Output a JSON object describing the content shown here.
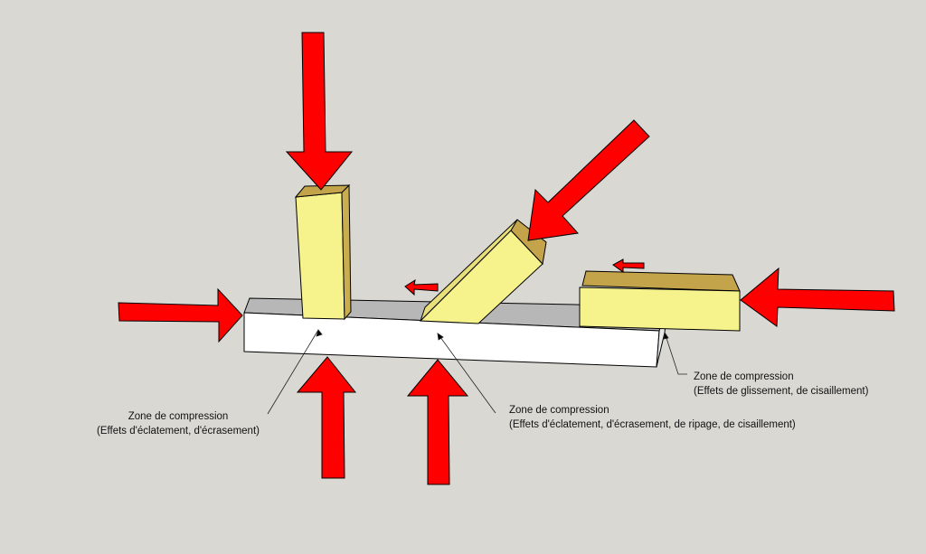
{
  "colors": {
    "background": "#d9d8d3",
    "force_arrow": "#ff0000",
    "wood_face": "#f7f38c",
    "wood_top": "#c4a44b",
    "wood_side": "#c9ad4f",
    "beam_face": "#ffffff",
    "beam_top": "#b7b7b7"
  },
  "annotations": {
    "left": {
      "title": "Zone de compression",
      "detail": "(Effets d'éclatement, d'écrasement)"
    },
    "middle": {
      "title": "Zone de compression",
      "detail": "(Effets d'éclatement, d'écrasement, de ripage, de cisaillement)"
    },
    "right": {
      "title": "Zone de compression",
      "detail": "(Effets de glissement, de cisaillement)"
    }
  }
}
